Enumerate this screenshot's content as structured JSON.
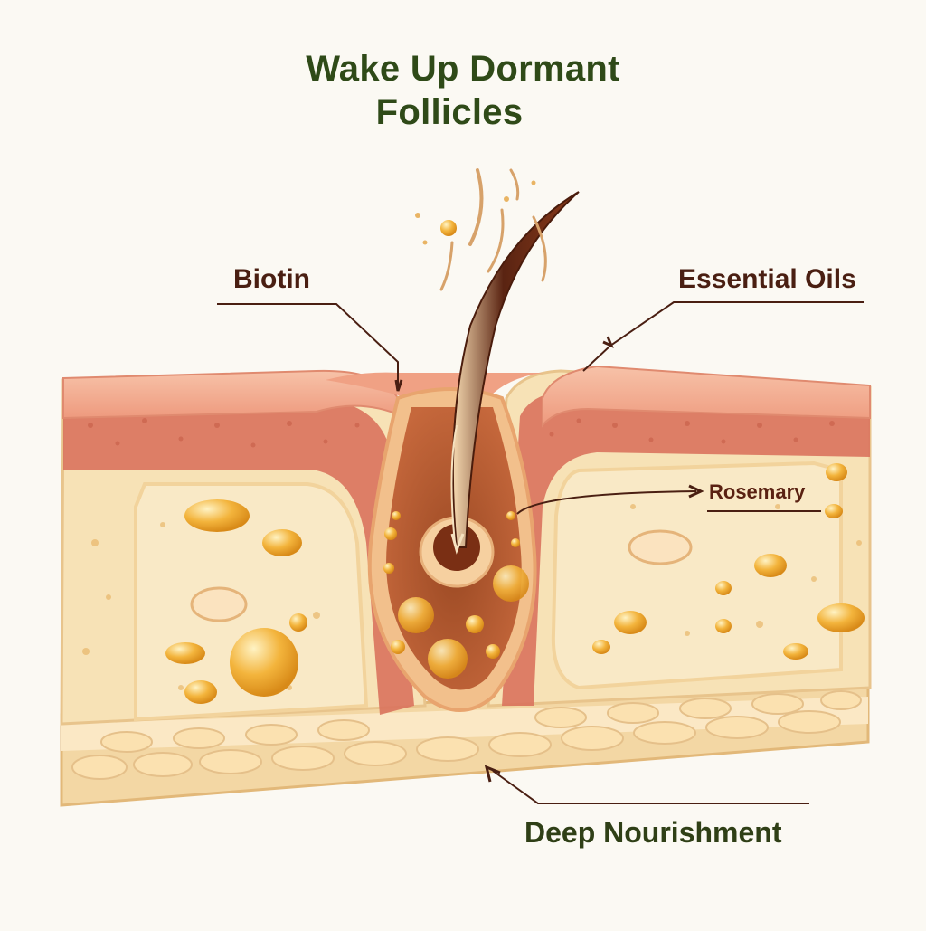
{
  "title": {
    "line1": "Wake Up Dormant",
    "line2": "Follicles"
  },
  "labels": {
    "biotin": "Biotin",
    "essential_oils": "Essential Oils",
    "rosemary": "Rosemary",
    "deep_nourishment": "Deep Nourishment"
  },
  "colors": {
    "title": "#2f4a18",
    "label": "#4a1f12",
    "epidermis": "#f2a88d",
    "dermis": "#d9735d",
    "tissue": "#f7e2b6",
    "oil_drop": "#f0a830",
    "hair": "#5a2412"
  }
}
